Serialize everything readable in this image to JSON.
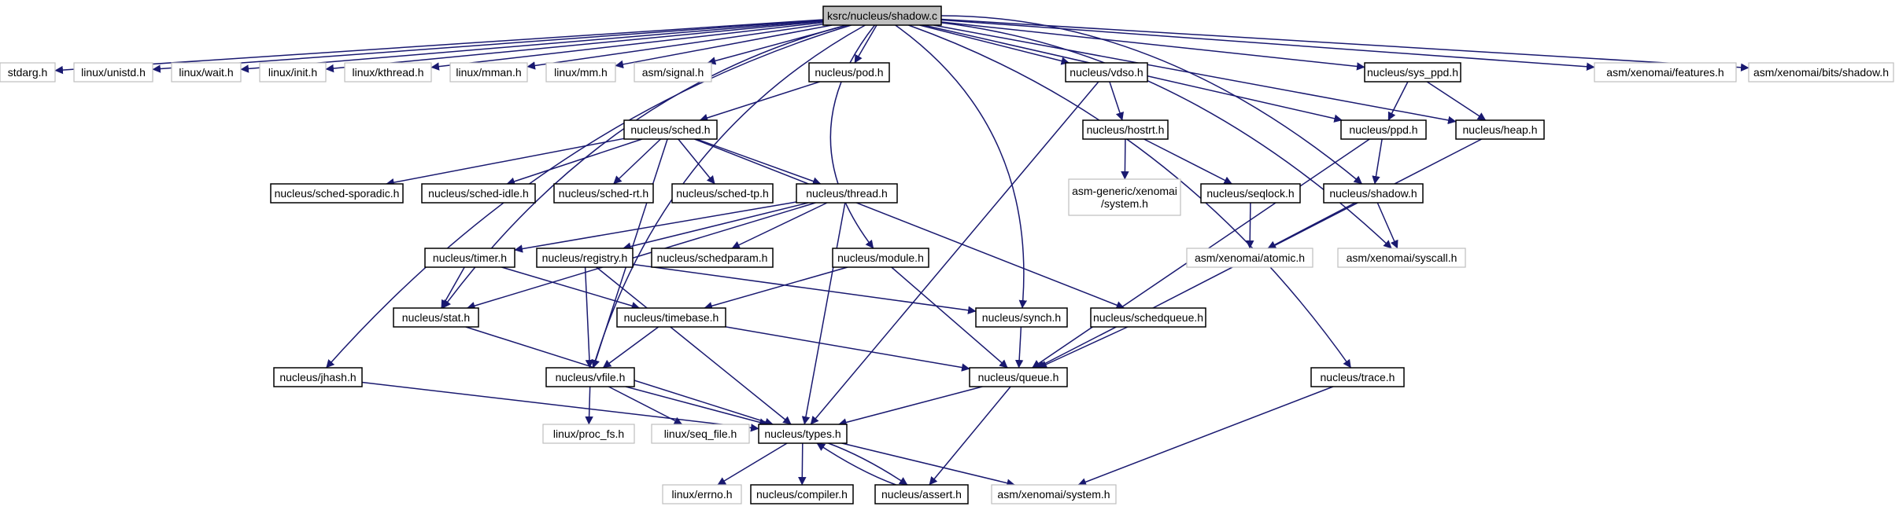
{
  "nodes": {
    "shadow_c": {
      "label": "ksrc/nucleus/shadow.c",
      "kind": "main"
    },
    "stdarg": {
      "label": "stdarg.h",
      "kind": "ext"
    },
    "unistd": {
      "label": "linux/unistd.h",
      "kind": "ext"
    },
    "wait": {
      "label": "linux/wait.h",
      "kind": "ext"
    },
    "init": {
      "label": "linux/init.h",
      "kind": "ext"
    },
    "kthread": {
      "label": "linux/kthread.h",
      "kind": "ext"
    },
    "mman": {
      "label": "linux/mman.h",
      "kind": "ext"
    },
    "mm": {
      "label": "linux/mm.h",
      "kind": "ext"
    },
    "asmsignal": {
      "label": "asm/signal.h",
      "kind": "ext"
    },
    "pod": {
      "label": "nucleus/pod.h",
      "kind": "proj"
    },
    "vdso": {
      "label": "nucleus/vdso.h",
      "kind": "proj"
    },
    "sysppd": {
      "label": "nucleus/sys_ppd.h",
      "kind": "proj"
    },
    "features": {
      "label": "asm/xenomai/features.h",
      "kind": "ext"
    },
    "bitsshadow": {
      "label": "asm/xenomai/bits/shadow.h",
      "kind": "ext"
    },
    "sched": {
      "label": "nucleus/sched.h",
      "kind": "proj"
    },
    "hostrt": {
      "label": "nucleus/hostrt.h",
      "kind": "proj"
    },
    "ppd": {
      "label": "nucleus/ppd.h",
      "kind": "proj"
    },
    "heap": {
      "label": "nucleus/heap.h",
      "kind": "proj"
    },
    "sporadic": {
      "label": "nucleus/sched-sporadic.h",
      "kind": "proj"
    },
    "idle": {
      "label": "nucleus/sched-idle.h",
      "kind": "proj"
    },
    "rt": {
      "label": "nucleus/sched-rt.h",
      "kind": "proj"
    },
    "tp": {
      "label": "nucleus/sched-tp.h",
      "kind": "proj"
    },
    "thread": {
      "label": "nucleus/thread.h",
      "kind": "proj"
    },
    "genericsys": {
      "label": "asm-generic/xenomai\n/system.h",
      "kind": "ext"
    },
    "seqlock": {
      "label": "nucleus/seqlock.h",
      "kind": "proj"
    },
    "shadow_h": {
      "label": "nucleus/shadow.h",
      "kind": "proj"
    },
    "timer": {
      "label": "nucleus/timer.h",
      "kind": "proj"
    },
    "registry": {
      "label": "nucleus/registry.h",
      "kind": "proj"
    },
    "schedparam": {
      "label": "nucleus/schedparam.h",
      "kind": "proj"
    },
    "module": {
      "label": "nucleus/module.h",
      "kind": "proj"
    },
    "atomic": {
      "label": "asm/xenomai/atomic.h",
      "kind": "ext"
    },
    "syscall": {
      "label": "asm/xenomai/syscall.h",
      "kind": "ext"
    },
    "stat": {
      "label": "nucleus/stat.h",
      "kind": "proj"
    },
    "timebase": {
      "label": "nucleus/timebase.h",
      "kind": "proj"
    },
    "synch": {
      "label": "nucleus/synch.h",
      "kind": "proj"
    },
    "schedqueue": {
      "label": "nucleus/schedqueue.h",
      "kind": "proj"
    },
    "jhash": {
      "label": "nucleus/jhash.h",
      "kind": "proj"
    },
    "vfile": {
      "label": "nucleus/vfile.h",
      "kind": "proj"
    },
    "queue": {
      "label": "nucleus/queue.h",
      "kind": "proj"
    },
    "trace": {
      "label": "nucleus/trace.h",
      "kind": "proj"
    },
    "procfs": {
      "label": "linux/proc_fs.h",
      "kind": "ext"
    },
    "seqfile": {
      "label": "linux/seq_file.h",
      "kind": "ext"
    },
    "types": {
      "label": "nucleus/types.h",
      "kind": "proj"
    },
    "errno": {
      "label": "linux/errno.h",
      "kind": "ext"
    },
    "compiler": {
      "label": "nucleus/compiler.h",
      "kind": "proj"
    },
    "assert": {
      "label": "nucleus/assert.h",
      "kind": "proj"
    },
    "system": {
      "label": "asm/xenomai/system.h",
      "kind": "ext"
    }
  },
  "edges": [
    [
      "shadow_c",
      "stdarg"
    ],
    [
      "shadow_c",
      "unistd"
    ],
    [
      "shadow_c",
      "wait"
    ],
    [
      "shadow_c",
      "init"
    ],
    [
      "shadow_c",
      "kthread"
    ],
    [
      "shadow_c",
      "mman"
    ],
    [
      "shadow_c",
      "mm"
    ],
    [
      "shadow_c",
      "asmsignal"
    ],
    [
      "shadow_c",
      "pod"
    ],
    [
      "shadow_c",
      "vdso"
    ],
    [
      "shadow_c",
      "sysppd"
    ],
    [
      "shadow_c",
      "features"
    ],
    [
      "shadow_c",
      "bitsshadow"
    ],
    [
      "shadow_c",
      "ppd"
    ],
    [
      "shadow_c",
      "heap"
    ],
    [
      "shadow_c",
      "shadow_h"
    ],
    [
      "shadow_c",
      "syscall"
    ],
    [
      "shadow_c",
      "module"
    ],
    [
      "shadow_c",
      "synch"
    ],
    [
      "shadow_c",
      "stat"
    ],
    [
      "shadow_c",
      "jhash"
    ],
    [
      "shadow_c",
      "vfile"
    ],
    [
      "shadow_c",
      "trace"
    ],
    [
      "pod",
      "sched"
    ],
    [
      "vdso",
      "hostrt"
    ],
    [
      "vdso",
      "types"
    ],
    [
      "sysppd",
      "ppd"
    ],
    [
      "sysppd",
      "heap"
    ],
    [
      "hostrt",
      "genericsys"
    ],
    [
      "hostrt",
      "seqlock"
    ],
    [
      "ppd",
      "shadow_h"
    ],
    [
      "ppd",
      "queue"
    ],
    [
      "heap",
      "queue"
    ],
    [
      "sched",
      "sporadic"
    ],
    [
      "sched",
      "idle"
    ],
    [
      "sched",
      "rt"
    ],
    [
      "sched",
      "tp"
    ],
    [
      "sched",
      "thread"
    ],
    [
      "sched",
      "schedqueue"
    ],
    [
      "sched",
      "vfile"
    ],
    [
      "seqlock",
      "atomic"
    ],
    [
      "shadow_h",
      "atomic"
    ],
    [
      "shadow_h",
      "syscall"
    ],
    [
      "thread",
      "timer"
    ],
    [
      "thread",
      "registry"
    ],
    [
      "thread",
      "schedparam"
    ],
    [
      "thread",
      "stat"
    ],
    [
      "thread",
      "types"
    ],
    [
      "timer",
      "stat"
    ],
    [
      "timer",
      "timebase"
    ],
    [
      "registry",
      "vfile"
    ],
    [
      "registry",
      "synch"
    ],
    [
      "registry",
      "types"
    ],
    [
      "module",
      "timebase"
    ],
    [
      "module",
      "queue"
    ],
    [
      "stat",
      "types"
    ],
    [
      "timebase",
      "vfile"
    ],
    [
      "timebase",
      "queue"
    ],
    [
      "synch",
      "queue"
    ],
    [
      "schedqueue",
      "queue"
    ],
    [
      "jhash",
      "types"
    ],
    [
      "vfile",
      "procfs"
    ],
    [
      "vfile",
      "seqfile"
    ],
    [
      "vfile",
      "types"
    ],
    [
      "queue",
      "types"
    ],
    [
      "queue",
      "assert"
    ],
    [
      "trace",
      "system"
    ],
    [
      "types",
      "errno"
    ],
    [
      "types",
      "compiler"
    ],
    [
      "types",
      "assert"
    ],
    [
      "types",
      "system"
    ],
    [
      "assert",
      "types"
    ]
  ]
}
